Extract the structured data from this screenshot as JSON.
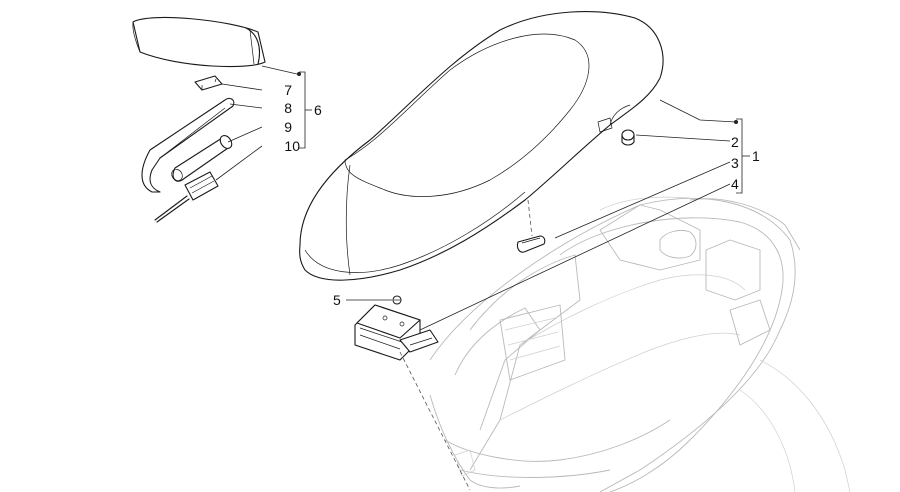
{
  "callouts": {
    "c1": "1",
    "c2": "2",
    "c3": "3",
    "c4": "4",
    "c5": "5",
    "c6": "6",
    "c7": "7",
    "c8": "8",
    "c9": "9",
    "c10": "10"
  },
  "colors": {
    "line": "#1a1a1a",
    "ghost": "#b9b9b9",
    "background": "#ffffff"
  }
}
